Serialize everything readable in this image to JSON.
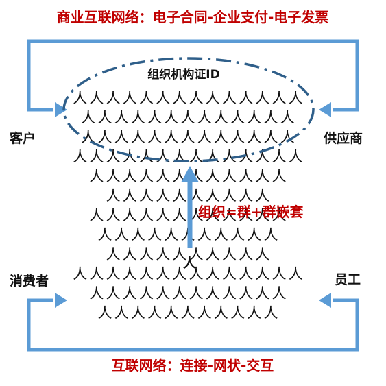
{
  "title_top": "商业互联网络：电子合同-企业支付-电子发票",
  "title_bottom": "互联网络：连接-网状-交互",
  "label_org_id": "组织机构证ID",
  "label_customer": "客户",
  "label_supplier": "供应商",
  "label_consumer": "消费者",
  "label_employee": "员工",
  "label_org_group": "组织=群+群嵌套",
  "label_person": "人",
  "crowd_glyph": "人",
  "crowd_rows": [
    14,
    13,
    13,
    14,
    12,
    10,
    12,
    11,
    10,
    14,
    12,
    11
  ],
  "colors": {
    "accent_red": "#c00000",
    "arrow_blue": "#5b9bd5",
    "ellipse_blue": "#2f5f8a",
    "text": "#111111"
  }
}
